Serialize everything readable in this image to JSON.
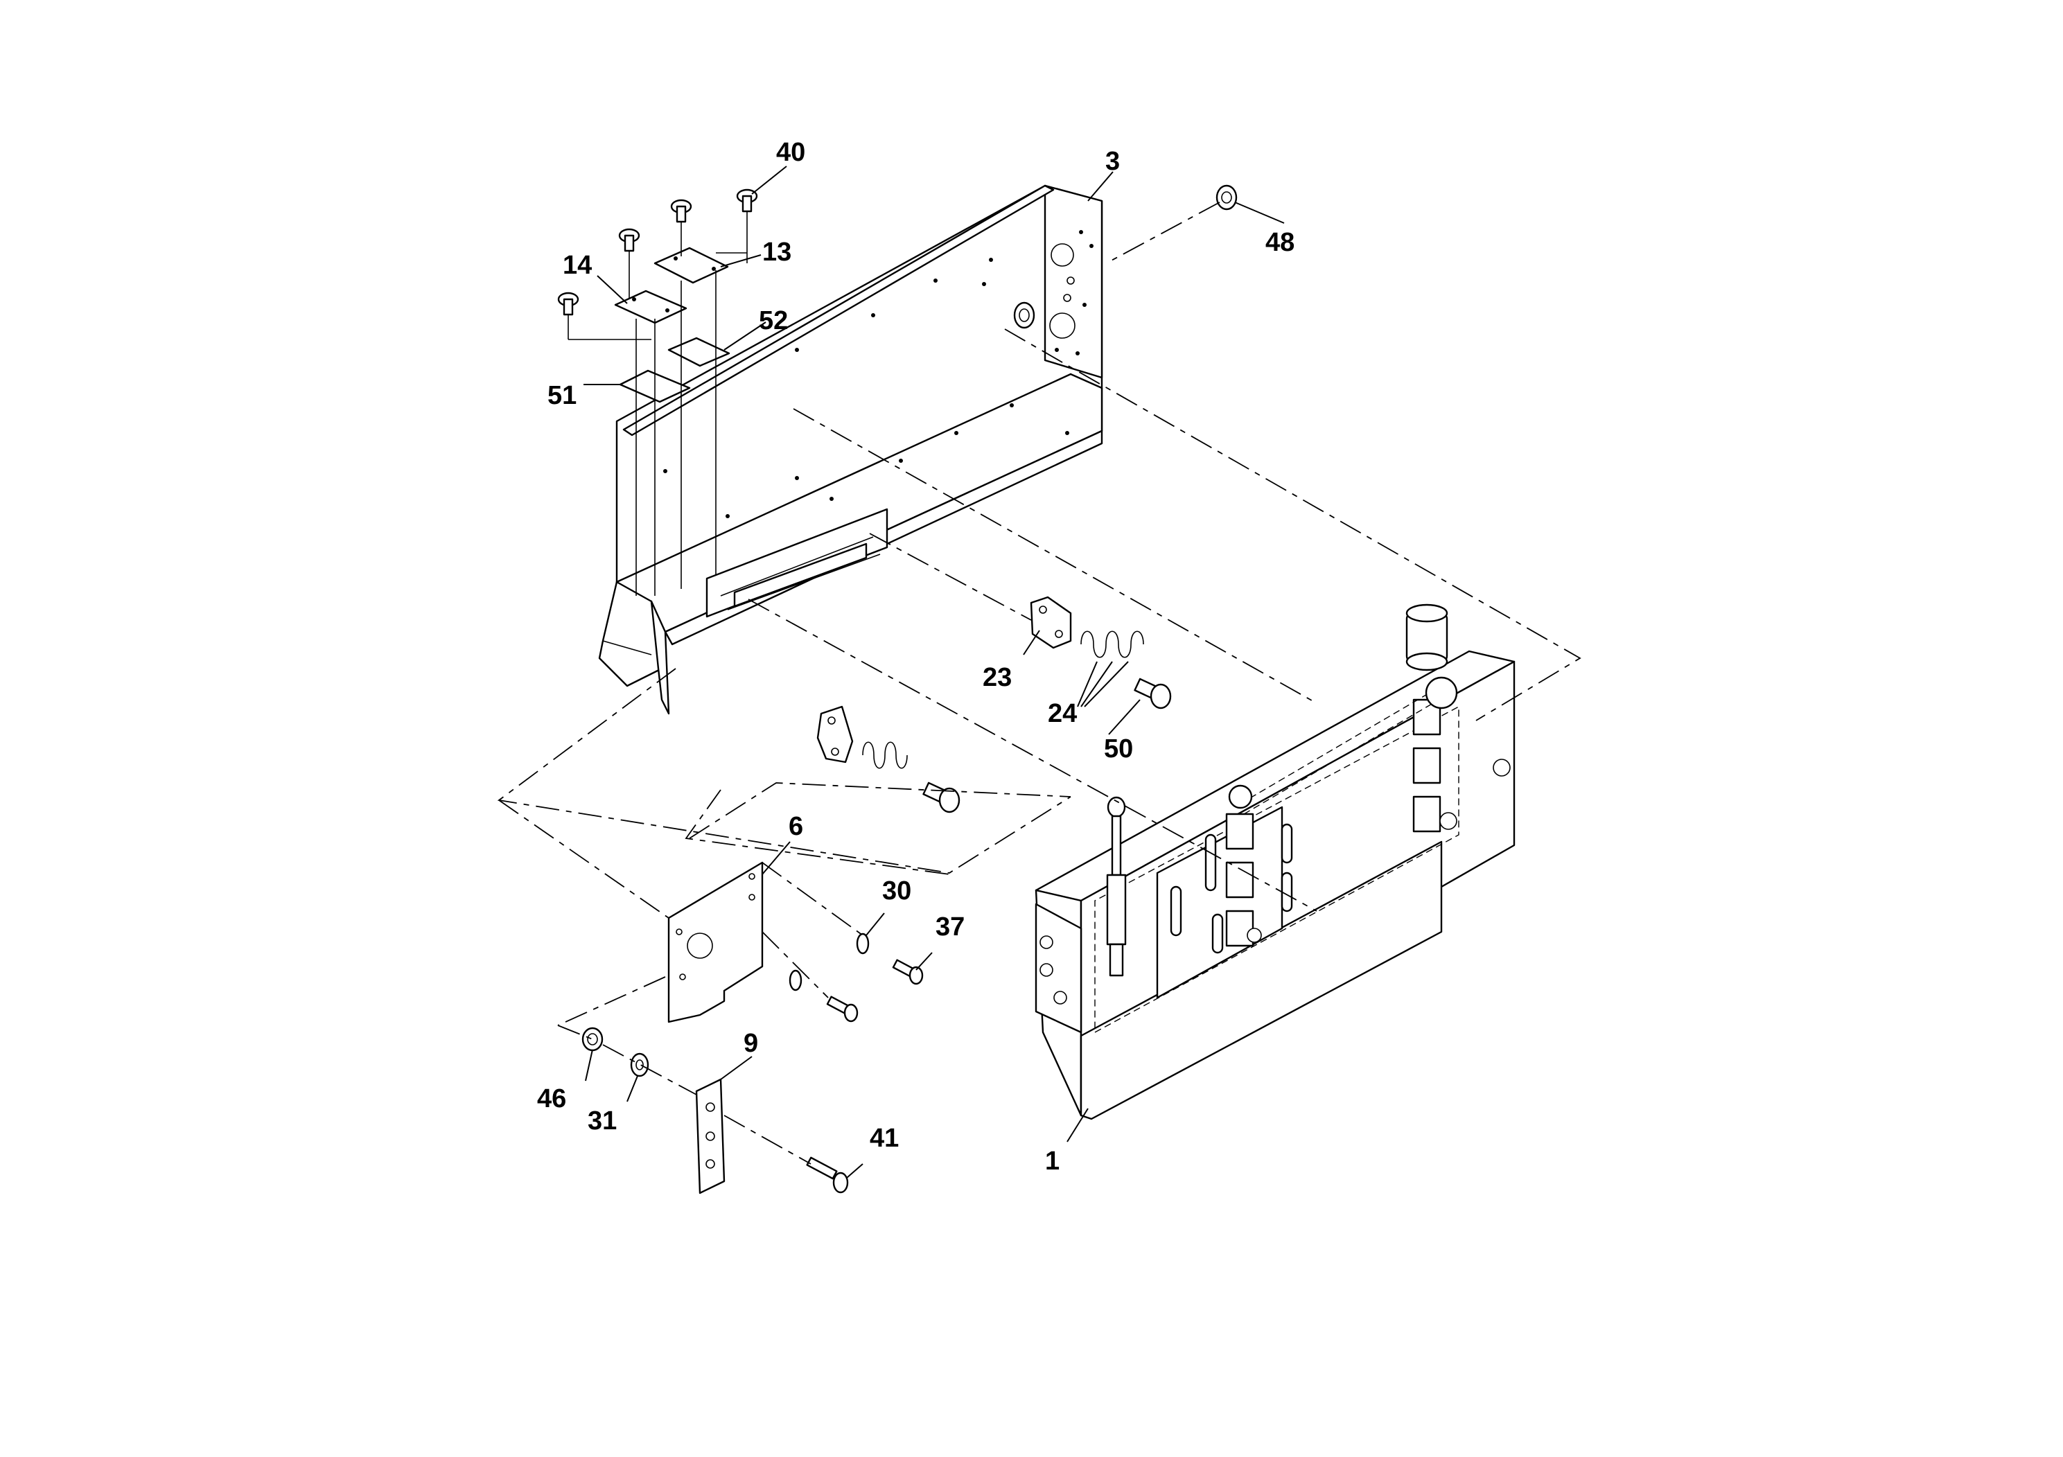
{
  "callouts": {
    "c1": "1",
    "c3": "3",
    "c6": "6",
    "c9": "9",
    "c13": "13",
    "c14": "14",
    "c23": "23",
    "c24": "24",
    "c30": "30",
    "c31": "31",
    "c37": "37",
    "c40": "40",
    "c41": "41",
    "c46": "46",
    "c48": "48",
    "c50": "50",
    "c51": "51",
    "c52": "52"
  }
}
